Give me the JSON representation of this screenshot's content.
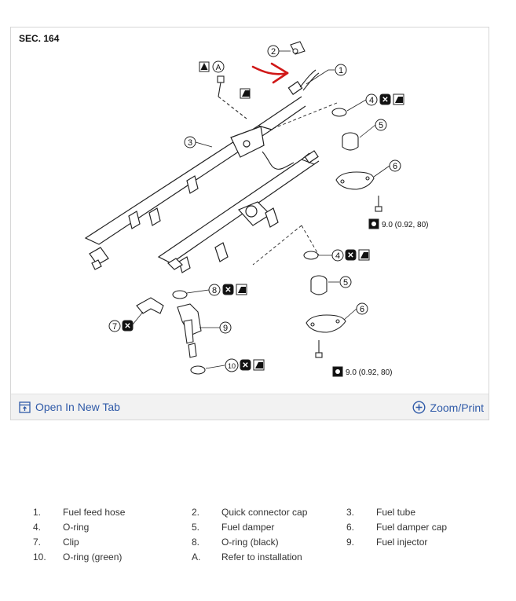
{
  "section_label": "SEC. 164",
  "callouts": {
    "n1": "1",
    "n2": "2",
    "n3": "3",
    "n4": "4",
    "n5": "5",
    "n6": "6",
    "n7": "7",
    "n8": "8",
    "n9": "9",
    "n10": "10",
    "ref_a": "A"
  },
  "torque_spec": "9.0 (0.92, 80)",
  "toolbar": {
    "open_new_tab": "Open In New Tab",
    "zoom_print": "Zoom/Print"
  },
  "legend": [
    [
      {
        "num": "1.",
        "text": "Fuel feed hose"
      },
      {
        "num": "2.",
        "text": "Quick connector cap"
      },
      {
        "num": "3.",
        "text": "Fuel tube"
      }
    ],
    [
      {
        "num": "4.",
        "text": "O-ring"
      },
      {
        "num": "5.",
        "text": "Fuel damper"
      },
      {
        "num": "6.",
        "text": "Fuel damper cap"
      }
    ],
    [
      {
        "num": "7.",
        "text": "Clip"
      },
      {
        "num": "8.",
        "text": "O-ring (black)"
      },
      {
        "num": "9.",
        "text": "Fuel injector"
      }
    ],
    [
      {
        "num": "10.",
        "text": "O-ring (green)"
      },
      {
        "num": "A.",
        "text": "Refer to installation"
      },
      {
        "num": "",
        "text": ""
      }
    ]
  ],
  "colors": {
    "link": "#2f5aa8",
    "annotation_arrow": "#d01818",
    "line_art": "#222222"
  }
}
